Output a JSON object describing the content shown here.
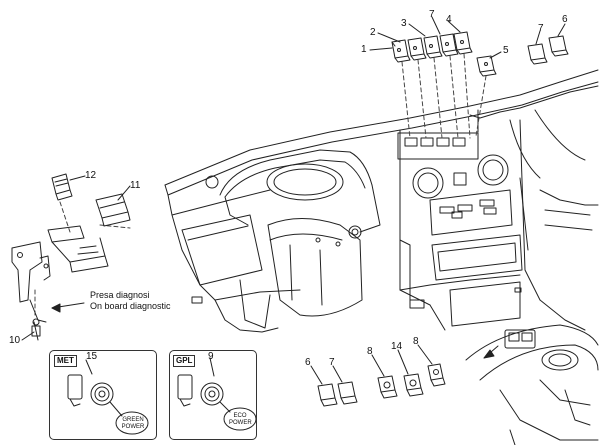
{
  "callouts": {
    "c1": "1",
    "c2": "2",
    "c3": "3",
    "c7a": "7",
    "c4": "4",
    "c5": "5",
    "c7b": "7",
    "c6a": "6",
    "c12": "12",
    "c11": "11",
    "c10": "10",
    "c15": "15",
    "c9": "9",
    "c6b": "6",
    "c7c": "7",
    "c8a": "8",
    "c14": "14",
    "c8b": "8"
  },
  "diagnostic_note": {
    "line1": "Presa diagnosi",
    "line2": "On board diagnostic"
  },
  "box_met": {
    "tag": "MET",
    "knob_label_1": "GREEN",
    "knob_label_2": "POWER"
  },
  "box_gpl": {
    "tag": "GPL",
    "knob_label_1": "ECO",
    "knob_label_2": "POWER"
  }
}
